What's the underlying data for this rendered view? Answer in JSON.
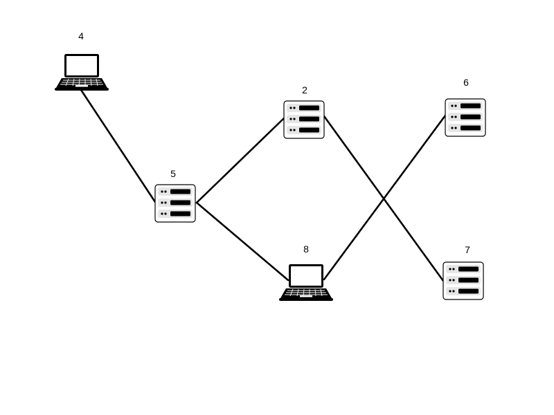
{
  "diagram": {
    "nodes": [
      {
        "id": "4",
        "label": "4",
        "type": "laptop"
      },
      {
        "id": "5",
        "label": "5",
        "type": "server"
      },
      {
        "id": "2",
        "label": "2",
        "type": "server"
      },
      {
        "id": "8",
        "label": "8",
        "type": "laptop"
      },
      {
        "id": "6",
        "label": "6",
        "type": "server"
      },
      {
        "id": "7",
        "label": "7",
        "type": "server"
      }
    ],
    "edges": [
      {
        "from": "4",
        "to": "5"
      },
      {
        "from": "5",
        "to": "2"
      },
      {
        "from": "5",
        "to": "8"
      },
      {
        "from": "2",
        "to": "7"
      },
      {
        "from": "8",
        "to": "6"
      }
    ]
  }
}
